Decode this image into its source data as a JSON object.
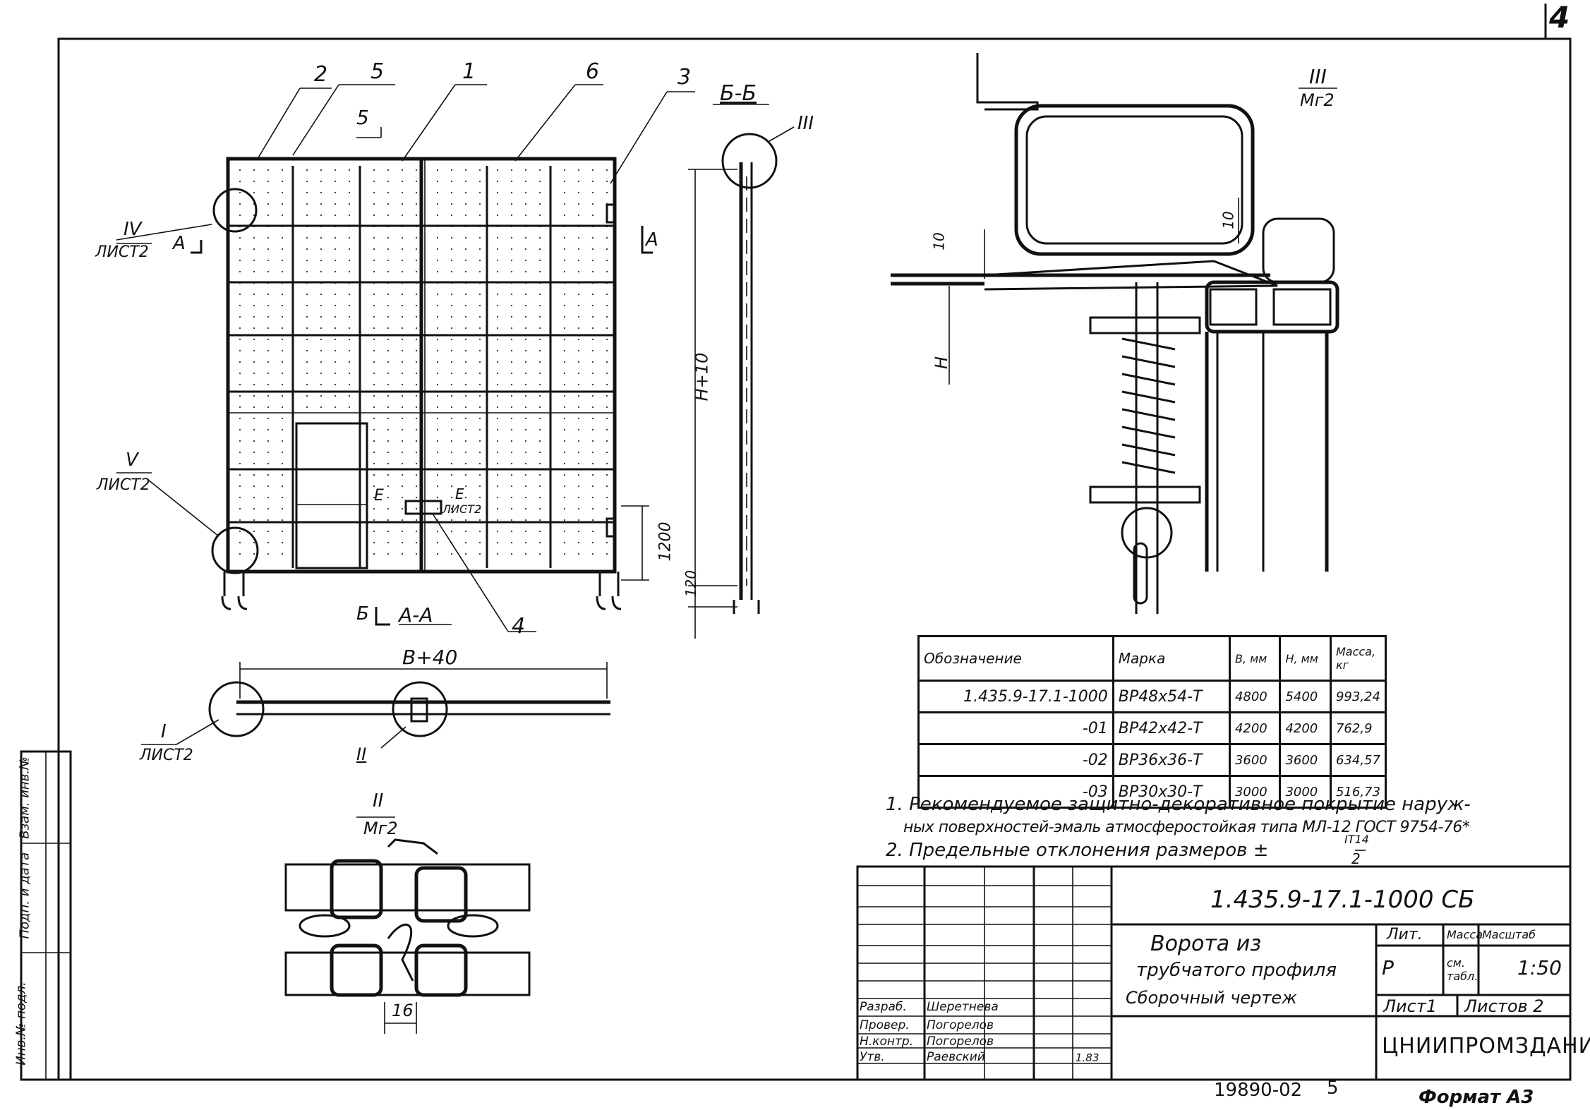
{
  "sheet_number": "4",
  "callouts": {
    "item_2": "2",
    "item_5": "5",
    "item_1": "1",
    "item_6": "6",
    "item_3": "3",
    "item_4": "4",
    "section_b_mark": "5",
    "section_b_label": "Б-Б",
    "section_a_left": "А",
    "section_a_right": "А",
    "section_a_label": "А-А",
    "section_b_bottom": "Б",
    "detail_e_left": "Е",
    "detail_e_right": "Е",
    "detail_e_sheet": "ЛИСТ2",
    "view_iv": "IV",
    "view_iv_sheet": "ЛИСТ2",
    "view_v": "V",
    "view_v_sheet": "ЛИСТ2",
    "view_i": "I",
    "view_i_sheet": "ЛИСТ2",
    "view_ii": "II",
    "view_iii": "III",
    "detail_iii_title": "III",
    "detail_iii_sheet": "Мг2",
    "detail_ii_title": "II",
    "detail_ii_sheet": "Мг2"
  },
  "dimensions": {
    "height_total": "H+10",
    "dim_1200": "1200",
    "dim_120": "120",
    "width_total": "B+40",
    "dim_10_a": "10",
    "dim_10_b": "10",
    "dim_h": "H",
    "dim_16": "16"
  },
  "spec_table": {
    "headers": [
      "Обозначение",
      "Марка",
      "B, мм",
      "H, мм",
      "Масса, кг"
    ],
    "rows": [
      [
        "1.435.9-17.1-1000",
        "ВР48х54-Т",
        "4800",
        "5400",
        "993,24"
      ],
      [
        "-01",
        "ВР42х42-Т",
        "4200",
        "4200",
        "762,9"
      ],
      [
        "-02",
        "ВР36х36-Т",
        "3600",
        "3600",
        "634,57"
      ],
      [
        "-03",
        "ВР30х30-Т",
        "3000",
        "3000",
        "516,73"
      ]
    ]
  },
  "notes": [
    "1. Рекомендуемое защитно-декоративное покрытие наруж-",
    "ных поверхностей-эмаль атмосферостойкая типа МЛ-12 ГОСТ 9754-76*",
    "2. Предельные отклонения размеров ±",
    "IT14",
    "2"
  ],
  "title_block": {
    "doc_code": "1.435.9-17.1-1000 СБ",
    "title_lines": [
      "Ворота из",
      "трубчатого профиля",
      "Сборочный чертеж"
    ],
    "lit_header": "Лит.",
    "mass_header": "Масса",
    "scale_header": "Масштаб",
    "lit_value": "Р",
    "mass_value": "см. табл.",
    "scale_value": "1:50",
    "sheet_label": "Лист1",
    "sheets_label": "Листов 2",
    "organization": "ЦНИИПРОМЗДАНИЙ",
    "roles": [
      "Разраб.",
      "Провер.",
      "Н.контр.",
      "Утв."
    ],
    "names": [
      "Шеретнева",
      "Погорелов",
      "Погорелов",
      "Раевский"
    ],
    "date": "1.83"
  },
  "side_stamp": [
    "Инв.№ подл.",
    "Подп. и дата",
    "Взам. инв.№"
  ],
  "footer": {
    "archive_number": "19890-02",
    "page": "5",
    "format": "Формат А3"
  }
}
